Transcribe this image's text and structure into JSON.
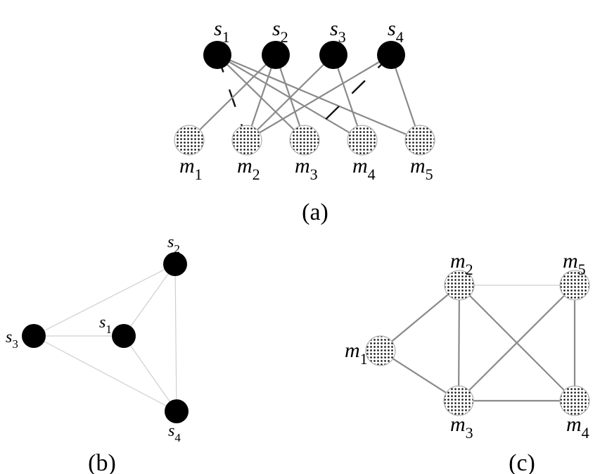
{
  "panel_a": {
    "caption": "(a)",
    "top_nodes": [
      {
        "id": "s1",
        "base": "s",
        "sub": "1"
      },
      {
        "id": "s2",
        "base": "s",
        "sub": "2"
      },
      {
        "id": "s3",
        "base": "s",
        "sub": "3"
      },
      {
        "id": "s4",
        "base": "s",
        "sub": "4"
      }
    ],
    "bottom_nodes": [
      {
        "id": "m1",
        "base": "m",
        "sub": "1"
      },
      {
        "id": "m2",
        "base": "m",
        "sub": "2"
      },
      {
        "id": "m3",
        "base": "m",
        "sub": "3"
      },
      {
        "id": "m4",
        "base": "m",
        "sub": "4"
      },
      {
        "id": "m5",
        "base": "m",
        "sub": "5"
      }
    ],
    "edges": [
      {
        "from": "s1",
        "to": "m3",
        "style": "solid"
      },
      {
        "from": "s1",
        "to": "m4",
        "style": "solid"
      },
      {
        "from": "s1",
        "to": "m5",
        "style": "solid"
      },
      {
        "from": "s1",
        "to": "m2",
        "style": "dashed"
      },
      {
        "from": "s2",
        "to": "m1",
        "style": "solid"
      },
      {
        "from": "s2",
        "to": "m2",
        "style": "solid"
      },
      {
        "from": "s2",
        "to": "m3",
        "style": "solid"
      },
      {
        "from": "s3",
        "to": "m2",
        "style": "solid"
      },
      {
        "from": "s3",
        "to": "m4",
        "style": "solid"
      },
      {
        "from": "s4",
        "to": "m2",
        "style": "solid"
      },
      {
        "from": "s4",
        "to": "m5",
        "style": "solid"
      },
      {
        "from": "s4",
        "to": "m3",
        "style": "dashed"
      }
    ]
  },
  "panel_b": {
    "caption": "(b)",
    "nodes": [
      {
        "id": "s1",
        "base": "s",
        "sub": "1"
      },
      {
        "id": "s2",
        "base": "s",
        "sub": "2"
      },
      {
        "id": "s3",
        "base": "s",
        "sub": "3"
      },
      {
        "id": "s4",
        "base": "s",
        "sub": "4"
      }
    ],
    "edges": [
      {
        "from": "s2",
        "to": "s3"
      },
      {
        "from": "s2",
        "to": "s1"
      },
      {
        "from": "s2",
        "to": "s4"
      },
      {
        "from": "s3",
        "to": "s1"
      },
      {
        "from": "s3",
        "to": "s4"
      },
      {
        "from": "s1",
        "to": "s4"
      }
    ]
  },
  "panel_c": {
    "caption": "(c)",
    "nodes": [
      {
        "id": "m1",
        "base": "m",
        "sub": "1"
      },
      {
        "id": "m2",
        "base": "m",
        "sub": "2"
      },
      {
        "id": "m3",
        "base": "m",
        "sub": "3"
      },
      {
        "id": "m4",
        "base": "m",
        "sub": "4"
      },
      {
        "id": "m5",
        "base": "m",
        "sub": "5"
      }
    ],
    "edges": [
      {
        "from": "m1",
        "to": "m2"
      },
      {
        "from": "m1",
        "to": "m3"
      },
      {
        "from": "m2",
        "to": "m5",
        "style": "light"
      },
      {
        "from": "m2",
        "to": "m3"
      },
      {
        "from": "m2",
        "to": "m4"
      },
      {
        "from": "m5",
        "to": "m3"
      },
      {
        "from": "m5",
        "to": "m4"
      },
      {
        "from": "m3",
        "to": "m4"
      }
    ]
  }
}
